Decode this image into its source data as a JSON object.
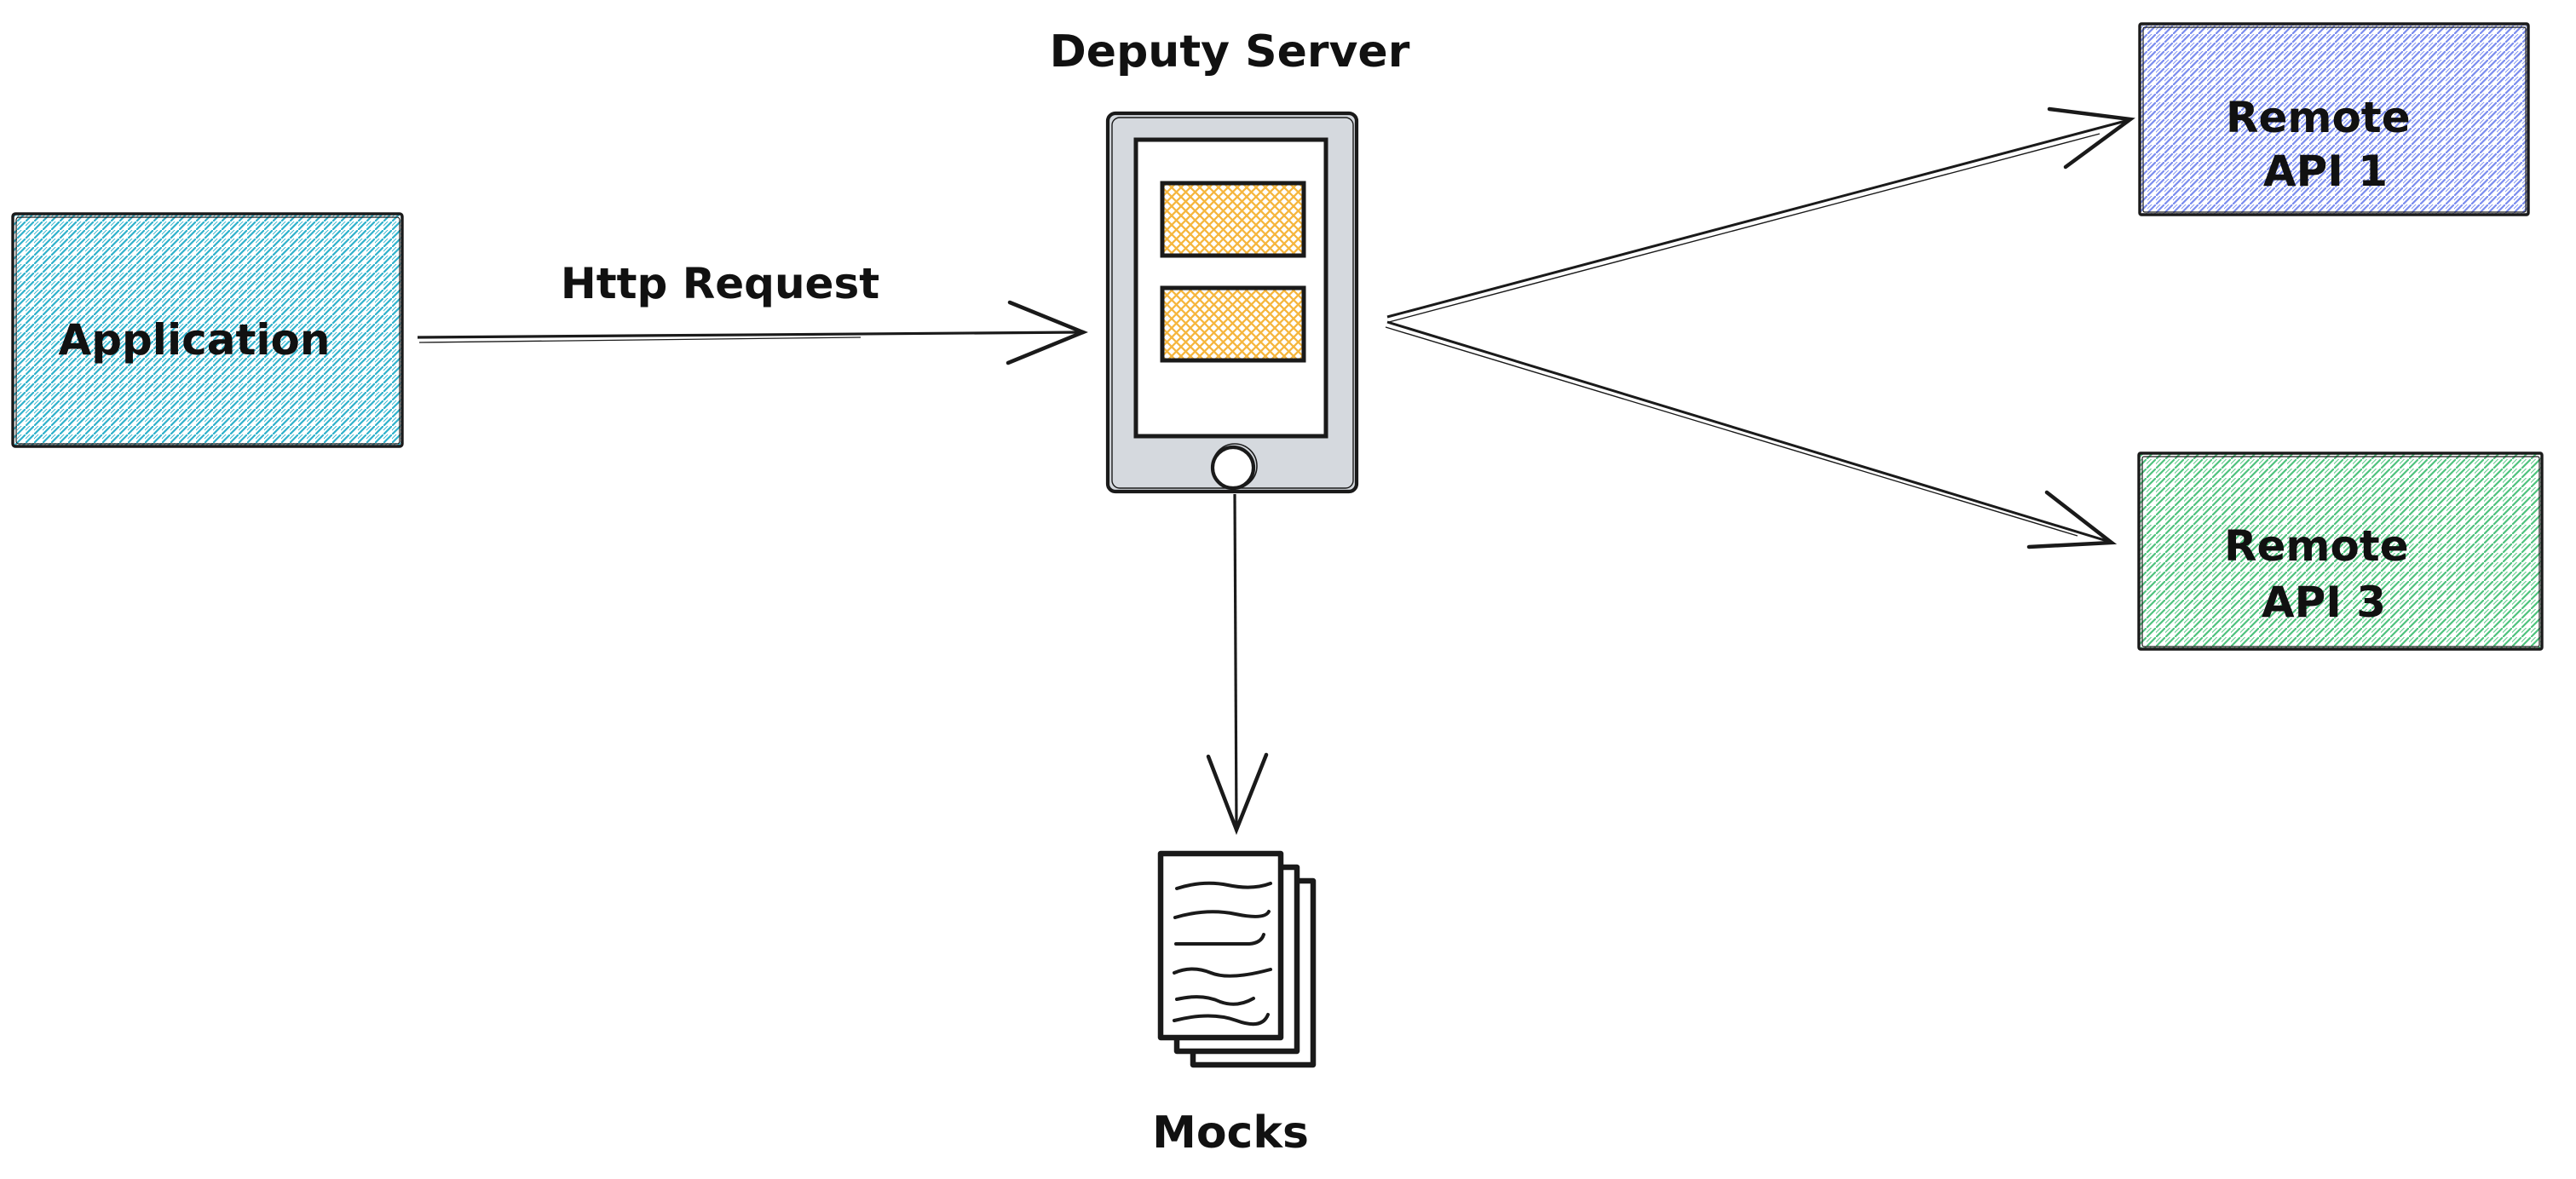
{
  "diagram": {
    "title": "Deputy Server mock routing diagram",
    "nodes": {
      "application": {
        "label": "Application"
      },
      "deputy_server": {
        "label": "Deputy Server"
      },
      "remote_api_1": {
        "label_line1": "Remote",
        "label_line2": "API 1"
      },
      "remote_api_3": {
        "label_line1": "Remote",
        "label_line2": "API 3"
      },
      "mocks": {
        "label": "Mocks"
      }
    },
    "edges": {
      "http_request": {
        "label": "Http Request"
      }
    },
    "colors": {
      "application_hatch": "#2fb1cb",
      "remote_api_1_hatch": "#7a8cee",
      "remote_api_3_hatch": "#4ec27d",
      "server_block_hatch": "#f5b63e",
      "device_body_fill": "#d5d9de",
      "ink": "#1a1a1a"
    }
  }
}
